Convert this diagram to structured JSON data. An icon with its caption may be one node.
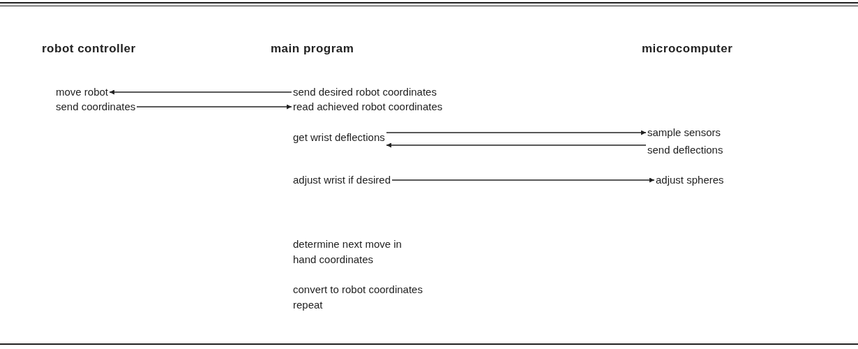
{
  "diagram": {
    "nodes": [
      {
        "text": [
          "move robot"
        ]
      },
      {
        "text": [
          "send coordinates"
        ]
      },
      {
        "text": [
          "send desired robot coordinates"
        ]
      },
      {
        "text": [
          "read achieved robot coordinates"
        ]
      },
      {
        "text": [
          "get wrist deflections"
        ]
      },
      {
        "text": [
          "sample sensors"
        ]
      },
      {
        "text": [
          "send deflections"
        ]
      },
      {
        "text": [
          "adjust wrist if desired"
        ]
      },
      {
        "text": [
          "adjust spheres"
        ]
      }
    ],
    "edges": [
      {
        "from": 2,
        "to": 0,
        "arrow": "to"
      },
      {
        "from": 1,
        "to": 3,
        "arrow": "to"
      },
      {
        "from": 4,
        "to": 5,
        "arrow": "to"
      },
      {
        "from": 6,
        "to": 4,
        "arrow": "to"
      },
      {
        "from": 7,
        "to": 8,
        "arrow": "to"
      }
    ],
    "labels": [
      "robot controller",
      "main program",
      "microcomputer",
      "determine next move in hand coordinates",
      "convert to robot  coordinates",
      "repeat"
    ]
  }
}
